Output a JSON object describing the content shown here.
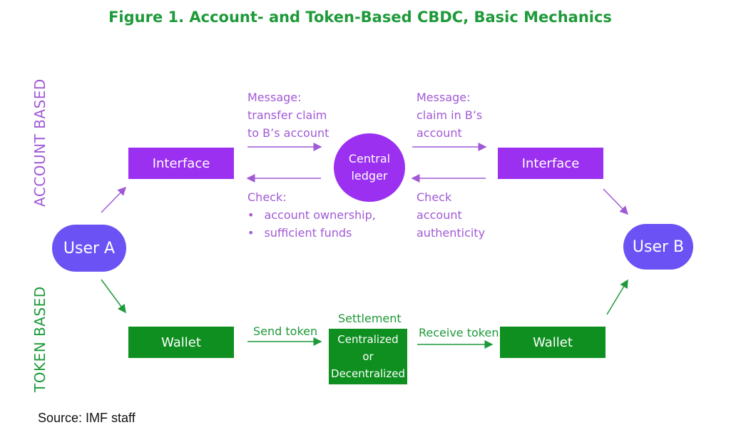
{
  "title": "Figure 1. Account- and Token-Based CBDC, Basic Mechanics",
  "labels": {
    "account_based": "ACCOUNT BASED",
    "token_based": "TOKEN BASED"
  },
  "nodes": {
    "user_a": "User A",
    "user_b": "User B",
    "interface_left": "Interface",
    "interface_right": "Interface",
    "ledger_line1": "Central",
    "ledger_line2": "ledger",
    "wallet_left": "Wallet",
    "wallet_right": "Wallet",
    "settlement_label": "Settlement",
    "settlement_line1": "Centralized",
    "settlement_line2": "or",
    "settlement_line3": "Decentralized"
  },
  "messages": {
    "msg_left": [
      "Message:",
      "transfer claim",
      "to B’s account"
    ],
    "msg_right": [
      "Message:",
      "claim in B’s",
      "account"
    ],
    "check_left_title": "Check:",
    "check_left_items": [
      "account ownership,",
      "sufficient funds"
    ],
    "check_right": [
      "Check",
      "account",
      "authenticity"
    ],
    "send_token": "Send token",
    "receive_token": "Receive token"
  },
  "source": "Source: IMF staff",
  "colors": {
    "green_text": "#1e9a3a",
    "purple_text": "#a15ad6",
    "purple_box": "#9b30f0",
    "green_box": "#0e8f1f",
    "user_node": "#6a52f5"
  }
}
